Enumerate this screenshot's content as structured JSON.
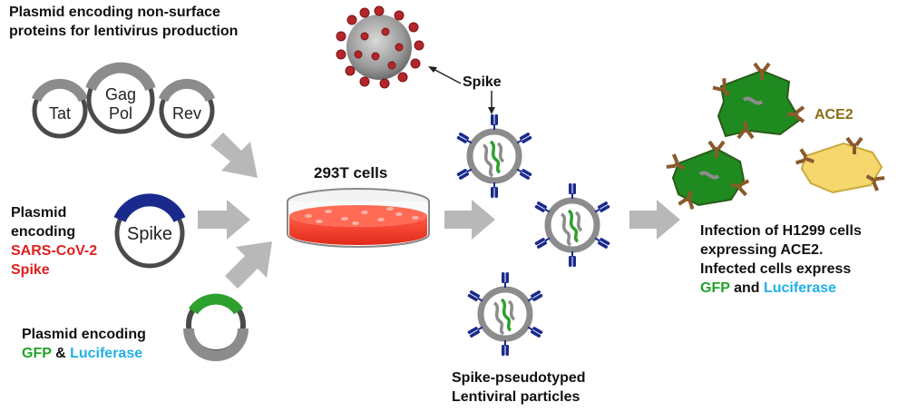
{
  "plasmids": {
    "group_title": "Plasmid encoding non-surface proteins for lentivirus production",
    "tat": "Tat",
    "gag": "Gag",
    "pol": "Pol",
    "rev": "Rev",
    "spike": "Spike",
    "spike_label_1": "Plasmid",
    "spike_label_2": "encoding",
    "spike_label_3": "SARS-CoV-2",
    "spike_label_4": "Spike",
    "reporter_label_1": "Plasmid encoding",
    "reporter_gfp": "GFP",
    "reporter_amp": "&",
    "reporter_luc": "Luciferase"
  },
  "production": {
    "cells": "293T cells"
  },
  "virus": {
    "spike_callout": "Spike"
  },
  "particles": {
    "label_1": "Spike-pseudotyped",
    "label_2": "Lentiviral particles"
  },
  "infection": {
    "ace2": "ACE2",
    "line_1": "Infection of H1299 cells",
    "line_2": "expressing ACE2.",
    "line_3": "Infected cells express",
    "gfp": "GFP",
    "and": "and",
    "luc": "Luciferase"
  },
  "colors": {
    "red_text": "#e02020",
    "gfp_green": "#22a32a",
    "luciferase_blue": "#1fb0e6",
    "ace2_brown": "#8a5a2b",
    "spike_navy": "#1a2a8c",
    "cell_green": "#1f8a1f",
    "cell_yellow": "#f5d76e"
  }
}
